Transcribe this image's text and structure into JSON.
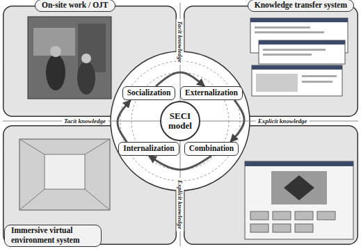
{
  "diagram": {
    "nodes": [
      {
        "text": [
          "On-site work / OJT"
        ]
      },
      {
        "text": [
          "Knowledge transfer system"
        ]
      },
      {
        "text": [
          "Immersive virtual environment system"
        ]
      },
      {
        "text": [
          "SECI model"
        ]
      },
      {
        "text": [
          "Socialization"
        ]
      },
      {
        "text": [
          "Externalization"
        ]
      },
      {
        "text": [
          "Internalization"
        ]
      },
      {
        "text": [
          "Combination"
        ]
      }
    ],
    "edges": [
      {
        "from": 4,
        "to": 5,
        "arrow": "to"
      },
      {
        "from": 5,
        "to": 7,
        "arrow": "to"
      },
      {
        "from": 7,
        "to": 6,
        "arrow": "to"
      },
      {
        "from": 6,
        "to": 4,
        "arrow": "to"
      }
    ],
    "labels": [
      "Tacit knowledge",
      "Tacit knowledge",
      "Explicit knowledge",
      "Explicit knowledge"
    ]
  }
}
